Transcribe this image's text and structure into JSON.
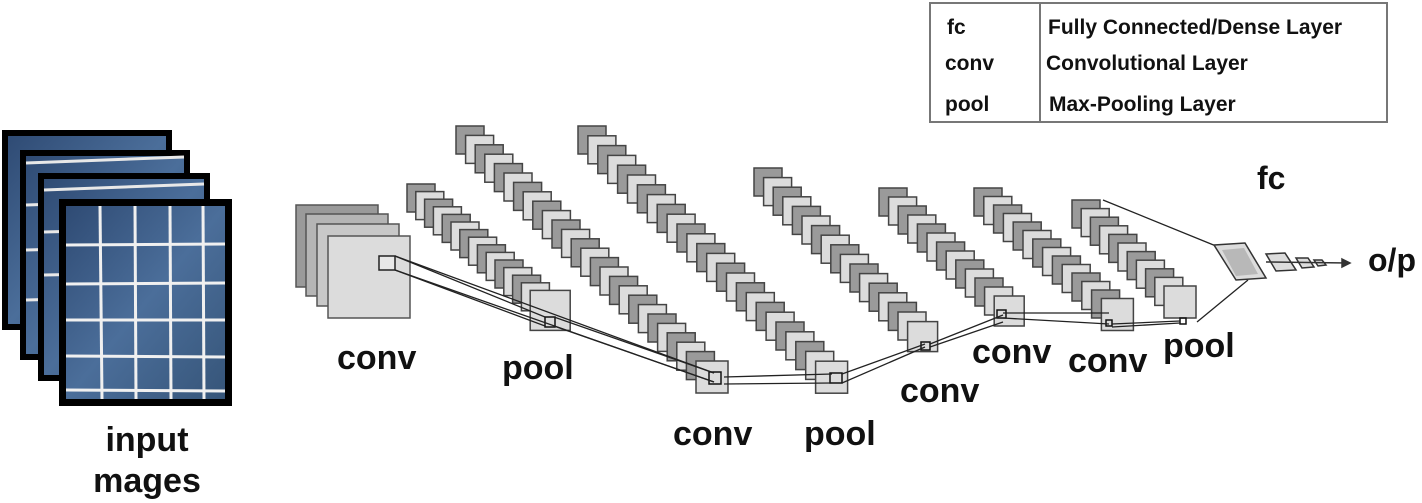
{
  "legend": {
    "rows": [
      {
        "abbr": "fc",
        "desc": "Fully Connected/Dense Layer"
      },
      {
        "abbr": "conv",
        "desc": "Convolutional Layer"
      },
      {
        "abbr": "pool",
        "desc": "Max-Pooling Layer"
      }
    ]
  },
  "labels": {
    "input_line1": "input",
    "input_line2": "mages",
    "conv1": "conv",
    "pool1": "pool",
    "conv2": "conv",
    "pool2": "pool",
    "conv3": "conv",
    "conv4": "conv",
    "conv5": "conv",
    "pool3": "pool",
    "fc": "fc",
    "output": "o/p"
  },
  "colors": {
    "panel_blue": "#3e5d86",
    "panel_frame": "#000000",
    "map_dark": "#9a9a9a",
    "map_light": "#dcdcdc",
    "edge": "#333333"
  }
}
